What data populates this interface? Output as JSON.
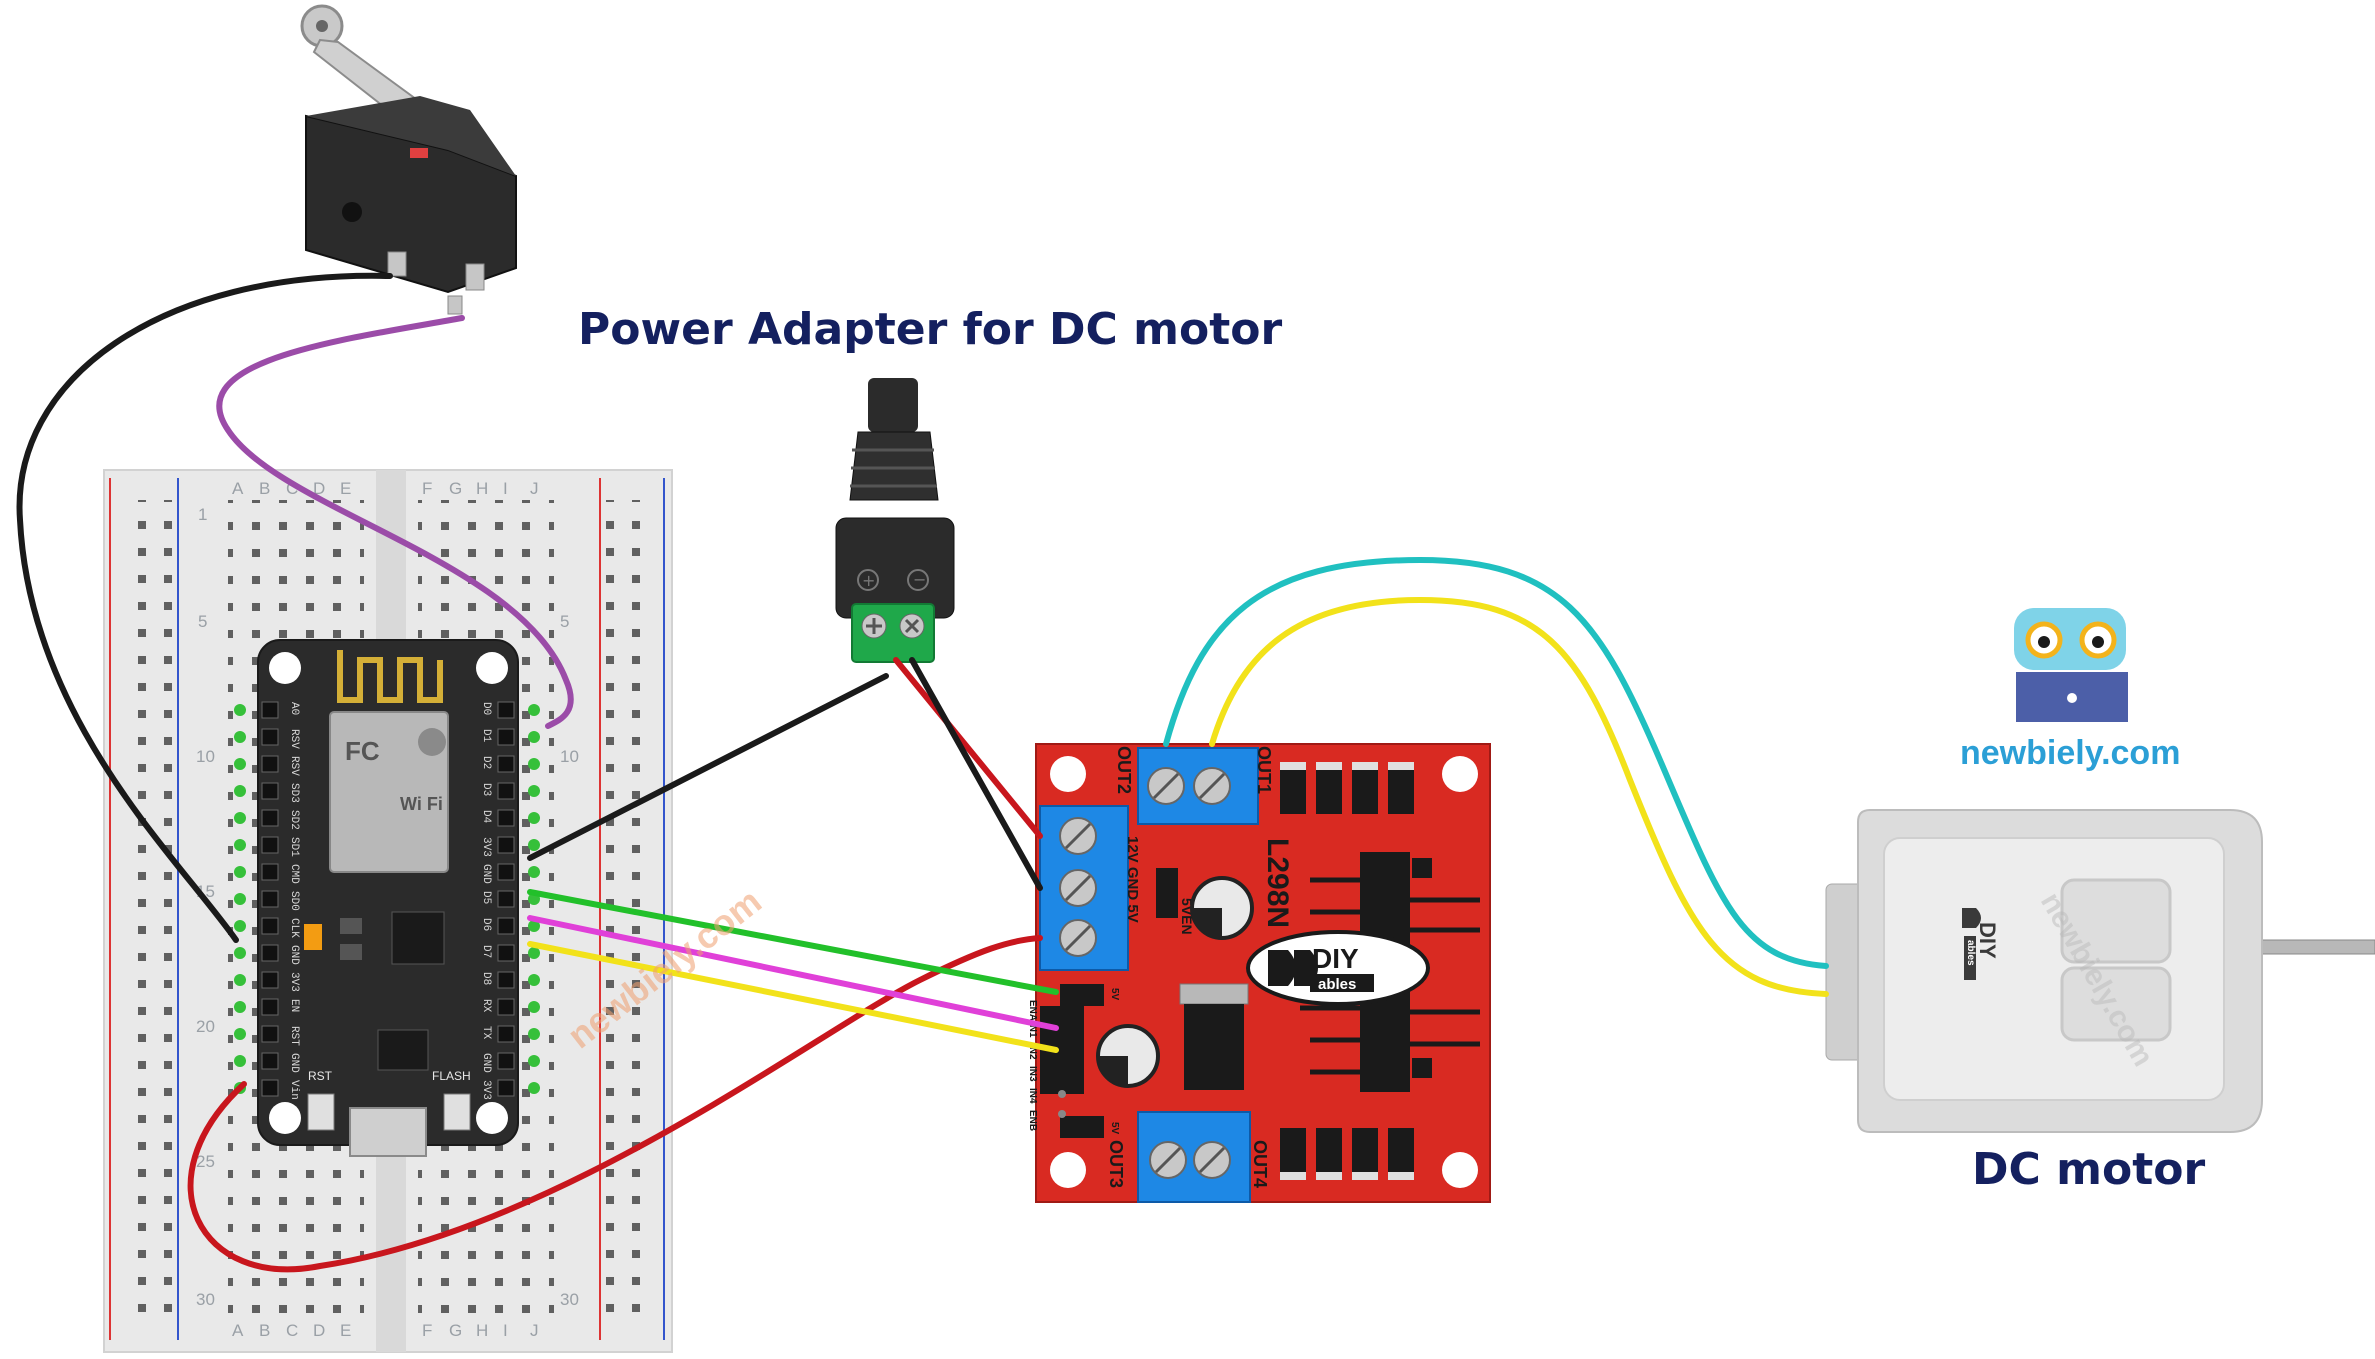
{
  "labels": {
    "power_adapter": "Power Adapter for DC motor",
    "dc_motor": "DC motor",
    "site": "newbiely.com",
    "watermark": "newbiely.com"
  },
  "breadboard": {
    "columns_left": [
      "A",
      "B",
      "C",
      "D",
      "E"
    ],
    "columns_right": [
      "F",
      "G",
      "H",
      "I",
      "J"
    ],
    "row_numbers": [
      "1",
      "5",
      "10",
      "15",
      "20",
      "25",
      "30"
    ]
  },
  "esp8266": {
    "left_pins": [
      "A0",
      "RSV",
      "RSV",
      "SD3",
      "SD2",
      "SD1",
      "CMD",
      "SD0",
      "CLK",
      "GND",
      "3V3",
      "EN",
      "RST",
      "GND",
      "Vin"
    ],
    "right_pins": [
      "D0",
      "D1",
      "D2",
      "D3",
      "D4",
      "3V3",
      "GND",
      "D5",
      "D6",
      "D7",
      "D8",
      "RX",
      "TX",
      "GND",
      "3V3"
    ],
    "rst_label": "RST",
    "flash_label": "FLASH",
    "wifi_text": "Wi Fi",
    "fc_text": "FC"
  },
  "driver": {
    "chip": "L298N",
    "out1": "OUT1",
    "out2": "OUT2",
    "out3": "OUT3",
    "out4": "OUT4",
    "power_pins": "12V GND 5V",
    "enable": "5VEN",
    "pin_5v_top": "5V",
    "pin_5v_bottom": "5V",
    "inputs": [
      "ENA",
      "IN1",
      "IN2",
      "IN3",
      "IN4",
      "ENB"
    ],
    "logo_main": "DIY",
    "logo_sub": "ables"
  },
  "motor": {
    "logo_main": "DIY",
    "logo_sub": "ables"
  },
  "colors": {
    "title": "#14205f",
    "wire_black": "#1a1a1a",
    "wire_purple": "#9b4ca8",
    "wire_red": "#c8161d",
    "wire_green": "#22c02a",
    "wire_magenta": "#e040d8",
    "wire_yellow": "#f2e21a",
    "wire_cyan": "#20c0c0",
    "driver_red": "#d92a22",
    "terminal_blue": "#1e88e5"
  }
}
